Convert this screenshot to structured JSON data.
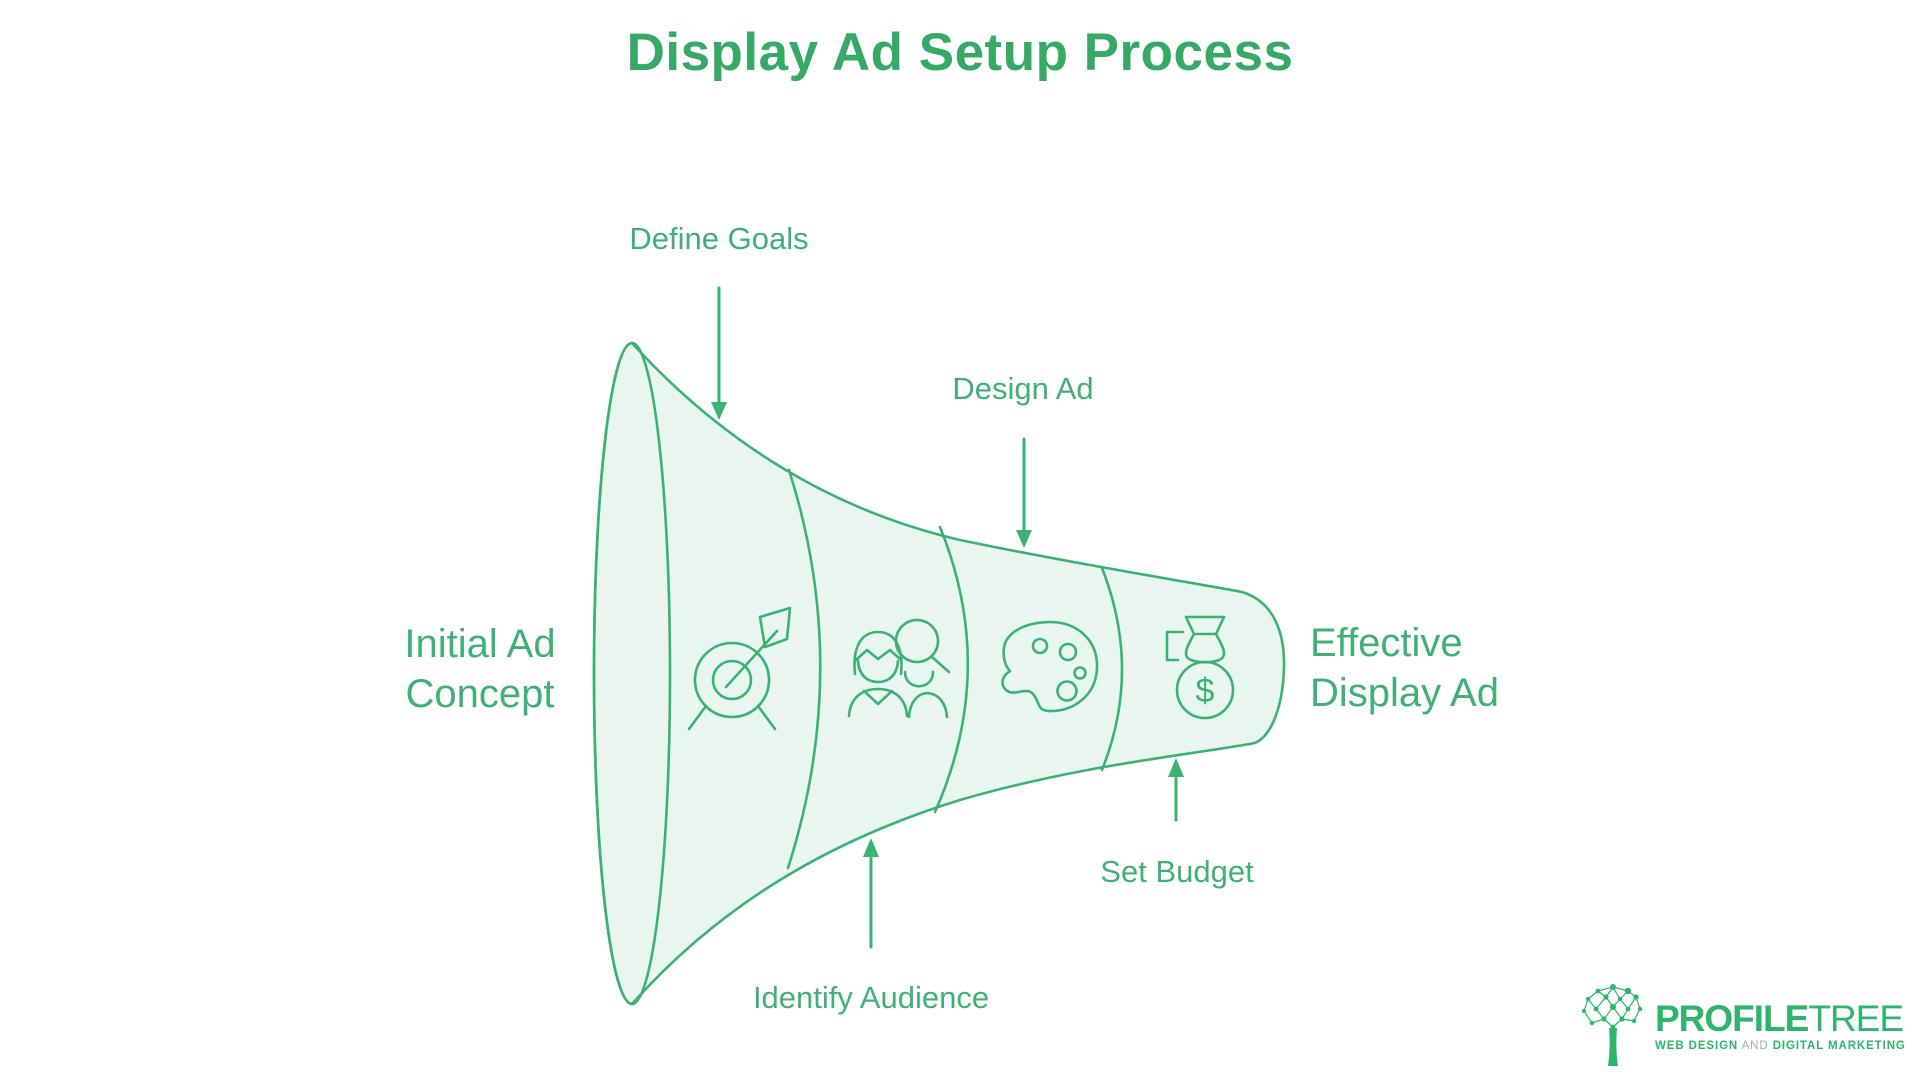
{
  "title": "Display Ad Setup Process",
  "funnel": {
    "input_label": {
      "line1": "Initial Ad",
      "line2": "Concept"
    },
    "output_label": {
      "line1": "Effective",
      "line2": "Display Ad"
    },
    "stages": [
      {
        "label": "Define Goals",
        "icon": "target-arrow-icon",
        "label_position": "top"
      },
      {
        "label": "Identify Audience",
        "icon": "audience-magnifier-icon",
        "label_position": "bottom"
      },
      {
        "label": "Design Ad",
        "icon": "art-palette-icon",
        "label_position": "top"
      },
      {
        "label": "Set Budget",
        "icon": "money-bag-icon",
        "icon_glyph": "$",
        "label_position": "bottom"
      }
    ]
  },
  "logo": {
    "brand_bold": "PROFILE",
    "brand_light": "TREE",
    "tagline_bold_1": "WEB DESIGN",
    "tagline_light": "AND",
    "tagline_bold_2": "DIGITAL MARKETING"
  },
  "colors": {
    "stroke_green": "#3cb176",
    "label_green": "#41b078",
    "title_green": "#35a965",
    "funnel_fill": "#e9f6ef",
    "background": "#ffffff"
  }
}
